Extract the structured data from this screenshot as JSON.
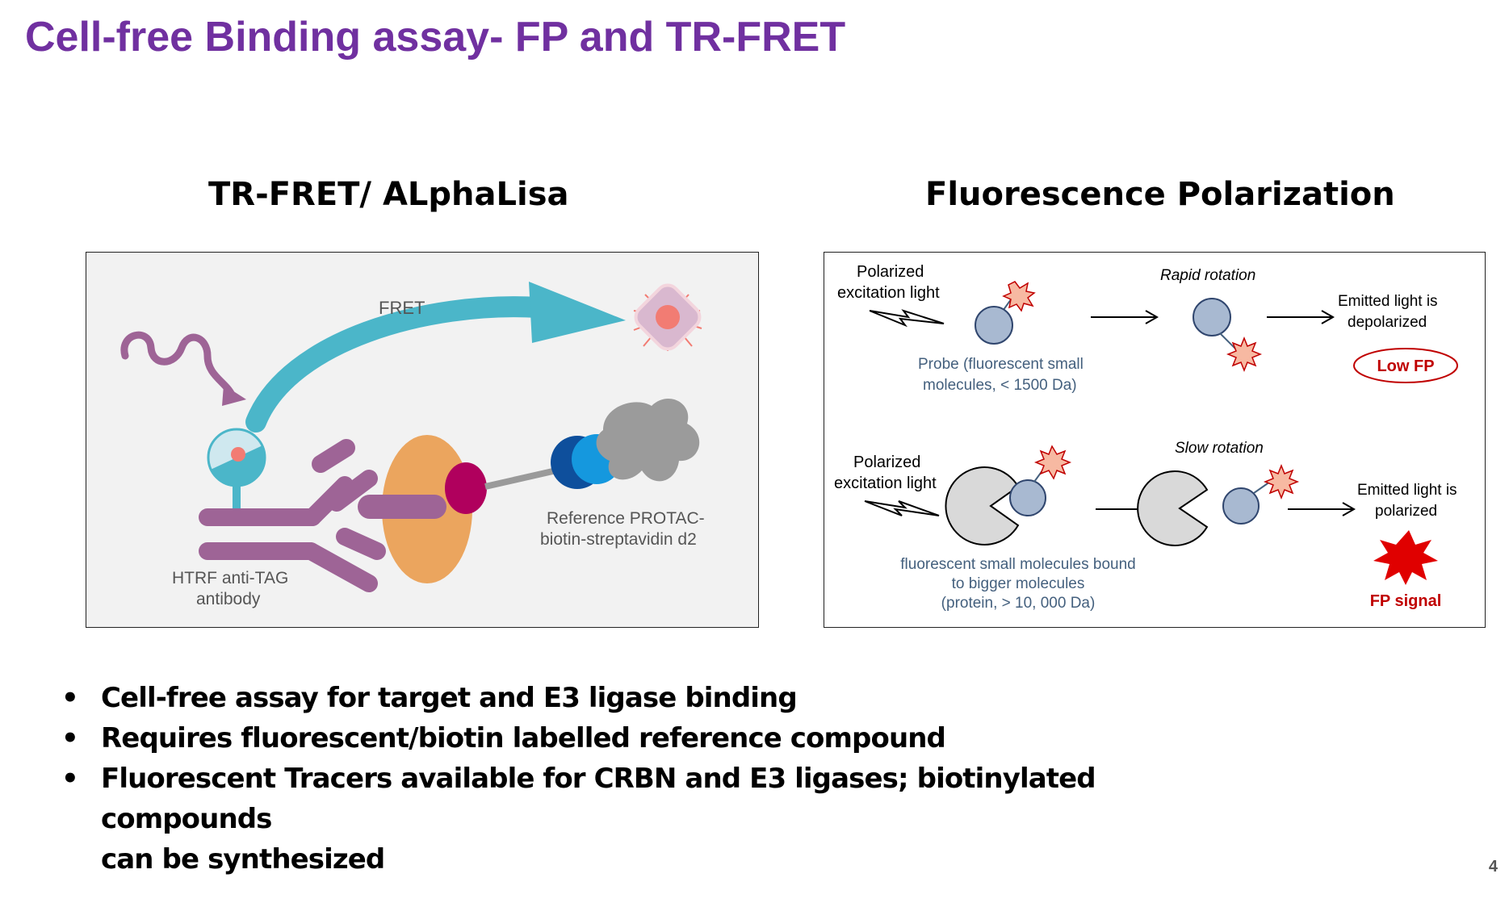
{
  "title": "Cell-free Binding assay- FP and TR-FRET",
  "left": {
    "heading": "TR-FRET/ ALphaLisa",
    "labels": {
      "fret": "FRET",
      "reference_line1": "Reference PROTAC-",
      "reference_line2": "biotin-streptavidin d2",
      "antibody_line1": "HTRF anti-TAG",
      "antibody_line2": "antibody"
    }
  },
  "right": {
    "heading": "Fluorescence Polarization",
    "top_row": {
      "excitation_line1": "Polarized",
      "excitation_line2": "excitation light",
      "probe_line1": "Probe (fluorescent small",
      "probe_line2": "molecules, < 1500 Da)",
      "rotation": "Rapid rotation",
      "emitted_line1": "Emitted light is",
      "emitted_line2": "depolarized",
      "result": "Low FP"
    },
    "bottom_row": {
      "excitation_line1": "Polarized",
      "excitation_line2": "excitation light",
      "bound_line1": "fluorescent small molecules bound",
      "bound_line2": "to bigger molecules",
      "bound_line3": "(protein,  > 10, 000 Da)",
      "rotation": "Slow rotation",
      "emitted_line1": "Emitted light is",
      "emitted_line2": "polarized",
      "result": "FP signal"
    }
  },
  "bullets": [
    "Cell-free assay for target and E3 ligase binding",
    "Requires fluorescent/biotin labelled reference compound",
    "Fluorescent Tracers available for CRBN and E3 ligases; biotinylated compounds",
    "can be synthesized"
  ],
  "page_number": "4",
  "colors": {
    "title": "#7030a0",
    "probe_text": "#44607e",
    "result_red": "#c00000",
    "fret_arrow": "#4bb6c9",
    "antibody": "#9e6496"
  }
}
